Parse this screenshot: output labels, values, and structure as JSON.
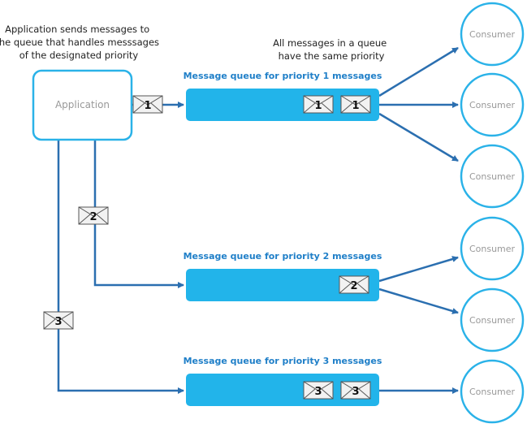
{
  "notes": {
    "left": [
      "Application sends messages to",
      "the queue that handles messsages",
      "of the designated priority"
    ],
    "right": [
      "All messages in a queue",
      "have the same priority"
    ]
  },
  "application": {
    "label": "Application"
  },
  "queues": [
    {
      "title": "Message queue for priority 1 messages",
      "messages": [
        "1",
        "1"
      ]
    },
    {
      "title": "Message queue for priority 2 messages",
      "messages": [
        "2"
      ]
    },
    {
      "title": "Message queue for priority 3 messages",
      "messages": [
        "3",
        "3"
      ]
    }
  ],
  "in_transit": [
    "1",
    "2",
    "3"
  ],
  "consumers": [
    {
      "label": "Consumer"
    },
    {
      "label": "Consumer"
    },
    {
      "label": "Consumer"
    },
    {
      "label": "Consumer"
    },
    {
      "label": "Consumer"
    },
    {
      "label": "Consumer"
    }
  ],
  "colors": {
    "accent": "#2ab2e8",
    "queue_fill": "#22b4ea",
    "arrow": "#2b6fb0",
    "queue_title": "#1f7fc8",
    "label_gray": "#999999",
    "envelope_fill": "#f2f2f2"
  }
}
